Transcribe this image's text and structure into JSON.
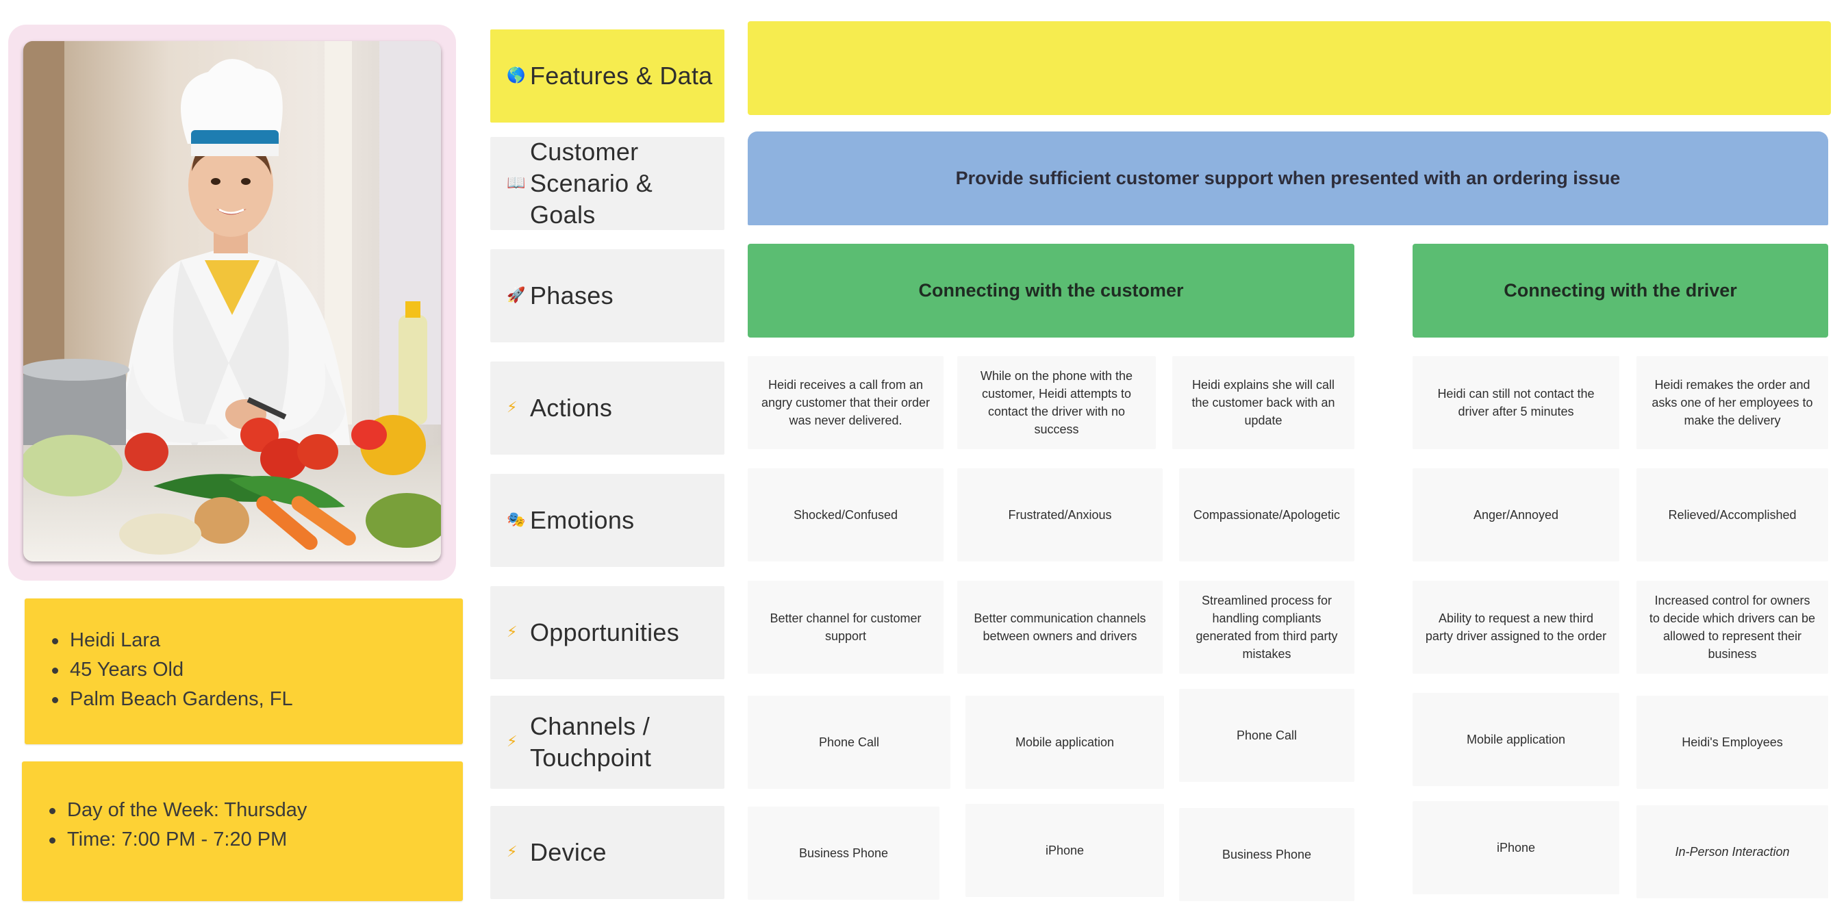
{
  "persona": {
    "details": [
      "Heidi Lara",
      "45 Years Old",
      "Palm Beach Gardens, FL"
    ],
    "context": [
      "Day of the Week: Thursday",
      "Time: 7:00 PM - 7:20 PM"
    ]
  },
  "rows": {
    "features": {
      "emoji": "🌎",
      "label": "Features & Data"
    },
    "scenario": {
      "emoji": "📖",
      "label_line1": "Customer",
      "label_line2": "Scenario & Goals"
    },
    "phases": {
      "emoji": "🚀",
      "label": "Phases"
    },
    "actions": {
      "emoji": "⚡",
      "label": "Actions"
    },
    "emotions": {
      "emoji": "🎭",
      "label": "Emotions"
    },
    "opportunities": {
      "emoji": "⚡",
      "label": "Opportunities"
    },
    "channels": {
      "emoji": "⚡",
      "label_line1": "Channels /",
      "label_line2": "Touchpoint"
    },
    "device": {
      "emoji": "⚡",
      "label": "Device"
    }
  },
  "goal": "Provide sufficient customer support when presented with an ordering issue",
  "phases": [
    "Connecting with the customer",
    "Connecting with the driver"
  ],
  "actions": [
    "Heidi receives a call from an angry customer that their order was never delivered.",
    "While on the phone with the customer, Heidi attempts to contact the driver with no success",
    "Heidi explains she will call the customer back with an update",
    "Heidi can still not contact the driver after 5 minutes",
    "Heidi remakes the order and asks one of her employees to make the delivery"
  ],
  "emotions": [
    "Shocked/Confused",
    "Frustrated/Anxious",
    "Compassionate/Apologetic",
    "Anger/Annoyed",
    "Relieved/Accomplished"
  ],
  "opportunities": [
    "Better channel for customer support",
    "Better communication channels between owners and drivers",
    "Streamlined process for handling compliants generated from third party mistakes",
    "Ability to request a new third party driver assigned to the order",
    "Increased control for owners to decide which drivers can be allowed to represent their business"
  ],
  "channels": [
    "Phone Call",
    "Mobile application",
    "Phone Call",
    "Mobile application",
    "Heidi's Employees"
  ],
  "devices": [
    "Business Phone",
    "iPhone",
    "Business Phone",
    "iPhone",
    "In-Person Interaction"
  ],
  "colors": {
    "features_bar": "#f6ec4f",
    "goal_bar": "#8eb2df",
    "phase_bar": "#5bbd72",
    "persona_card": "#fdd235",
    "photo_frame": "#f7e3ee",
    "label_bg": "#f1f1f1",
    "cell_bg": "#f8f8f8"
  }
}
